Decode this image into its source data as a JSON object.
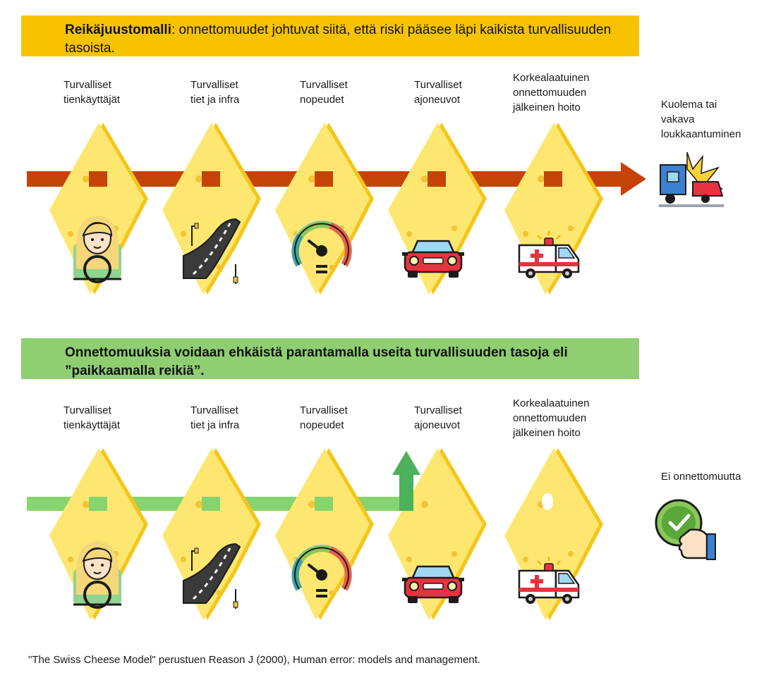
{
  "top_banner": {
    "title_bold": "Reikäjuustomalli",
    "title_rest": ": onnettomuudet johtuvat siitä, että riski pääsee läpi kaikista turvallisuuden tasoista."
  },
  "bottom_banner": {
    "title": "Onnettomuuksia voidaan ehkäistä parantamalla useita turvallisuuden tasoja eli ”paikkaamalla reikiä”."
  },
  "layers": [
    {
      "label": "Turvalliset\ntienkäyttäjät",
      "icon": "driver-icon"
    },
    {
      "label": "Turvalliset\ntiet ja infra",
      "icon": "road-icon"
    },
    {
      "label": "Turvalliset\nnopeudet",
      "icon": "speedometer-icon"
    },
    {
      "label": "Turvalliset\najoneuvot",
      "icon": "car-icon"
    },
    {
      "label": "Korkealaatuinen\nonnettomuuden\njälkeinen hoito",
      "icon": "ambulance-icon"
    }
  ],
  "outcome_top": {
    "label": "Kuolema tai\nvakava\nloukkaantuminen",
    "icon": "crash-icon"
  },
  "outcome_bottom": {
    "label": "Ei onnettomuutta",
    "icon": "thumbs-up-check-icon"
  },
  "colors": {
    "top_banner": "#f7c200",
    "bottom_banner": "#8fcf72",
    "cheese": "#fde771",
    "cheese_edge": "#f5c61a",
    "risk_arrow": "#c64308",
    "safe_line": "#86d46e",
    "deflect_arrow": "#4bb15a"
  },
  "footer": {
    "citation": "\"The Swiss Cheese Model\" perustuen Reason J (2000), Human error: models and management."
  }
}
